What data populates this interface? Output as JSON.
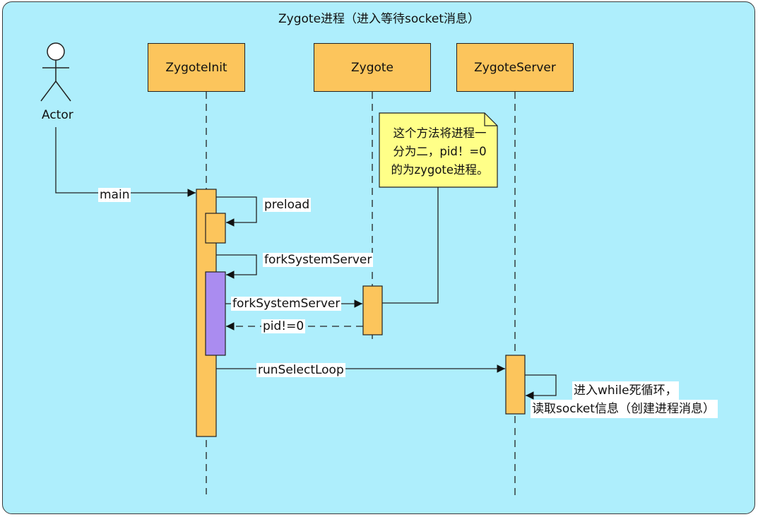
{
  "frame": {
    "title": "Zygote进程（进入等待socket消息）"
  },
  "actor": {
    "label": "Actor"
  },
  "lifelines": [
    {
      "id": "zygote-init",
      "label": "ZygoteInit"
    },
    {
      "id": "zygote",
      "label": "Zygote"
    },
    {
      "id": "zygote-server",
      "label": "ZygoteServer"
    }
  ],
  "messages": {
    "main": "main",
    "preload": "preload",
    "fork_self": "forkSystemServer",
    "fork_call": "forkSystemServer",
    "pid_return": "pid!=0",
    "run_select_loop": "runSelectLoop"
  },
  "note": {
    "line1": "这个方法将进程一",
    "line2": "分为二，pid！=0",
    "line3": "的为zygote进程。"
  },
  "loop_note": {
    "line1": "进入while死循环，",
    "line2": "读取socket信息（创建进程消息）"
  },
  "colors": {
    "frame_bg": "#aeeefc",
    "lifeline_box": "#fcc55c",
    "activation": "#fcc55c",
    "nested_activation": "#aa8cf0",
    "note_bg": "#ffff88"
  }
}
